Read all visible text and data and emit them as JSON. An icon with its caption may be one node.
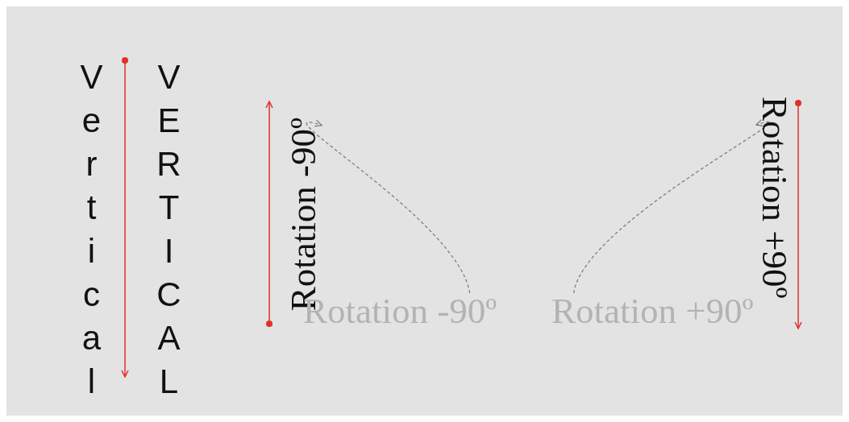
{
  "diagram": {
    "nodes": [
      {
        "text": [
          "Rotation -90º"
        ]
      },
      {
        "text": [
          "Rotation -90º"
        ]
      },
      {
        "text": [
          "Rotation +90º"
        ]
      },
      {
        "text": [
          "Rotation +90º"
        ]
      }
    ],
    "edges": [
      {
        "from": 1,
        "to": 0,
        "arrow": "to",
        "style": "dashed"
      },
      {
        "from": 2,
        "to": 3,
        "arrow": "to",
        "style": "dashed"
      }
    ],
    "labels": [
      "Vertical",
      "VERTICAL"
    ]
  }
}
